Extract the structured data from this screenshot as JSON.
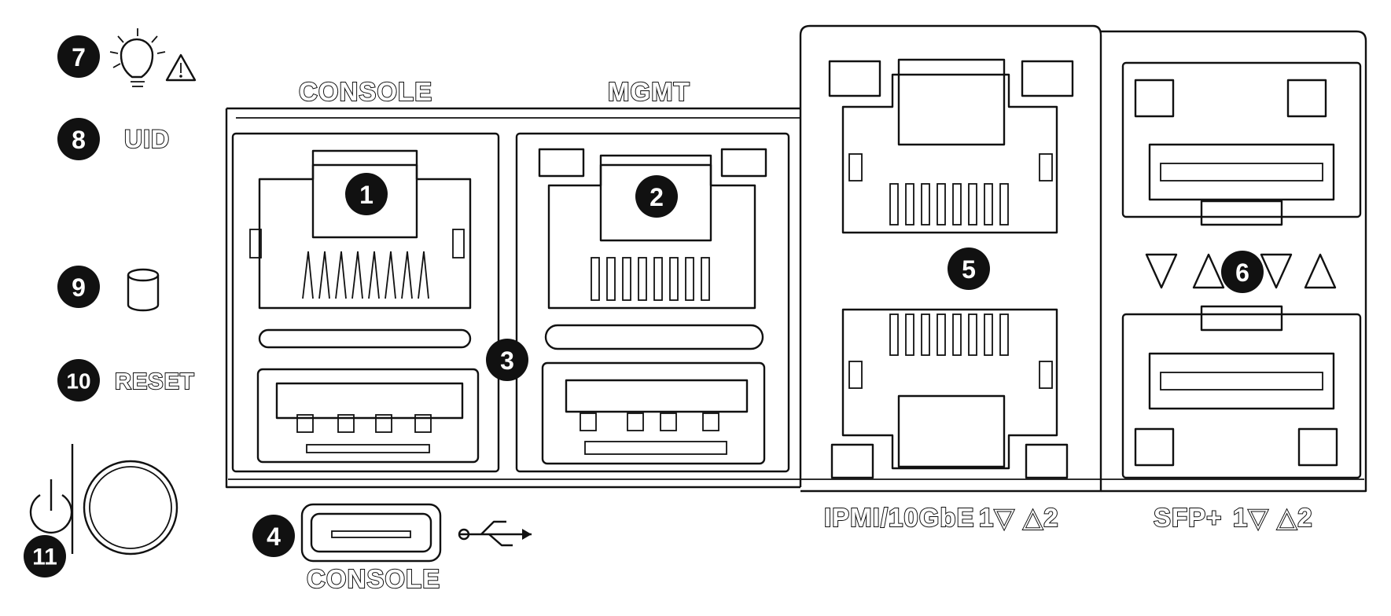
{
  "labels": {
    "console_top": "CONSOLE",
    "mgmt": "MGMT",
    "uid": "UID",
    "reset": "RESET",
    "console_bottom": "CONSOLE",
    "ipmi": "IPMI/10GbE",
    "ipmi_ports": "1▽ △2",
    "sfp": "SFP+",
    "sfp_ports": "1▽ △2"
  },
  "callouts": [
    "1",
    "2",
    "3",
    "4",
    "5",
    "6",
    "7",
    "8",
    "9",
    "10",
    "11"
  ],
  "colors": {
    "line": "#111111",
    "badge": "#111111",
    "background": "#ffffff"
  }
}
